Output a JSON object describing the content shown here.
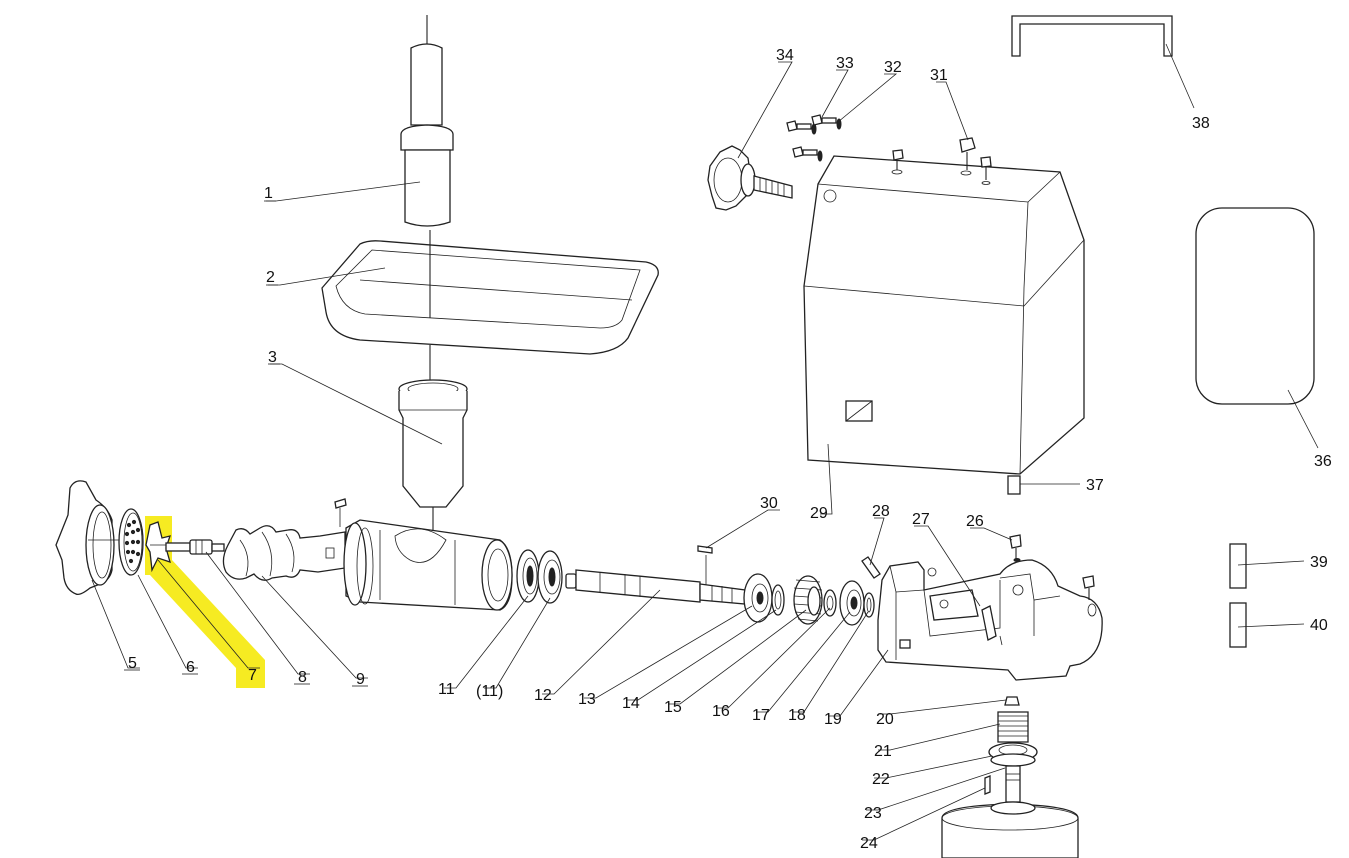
{
  "parts": [
    {
      "id": "1",
      "label": "1"
    },
    {
      "id": "2",
      "label": "2"
    },
    {
      "id": "3",
      "label": "3"
    },
    {
      "id": "5",
      "label": "5"
    },
    {
      "id": "6",
      "label": "6"
    },
    {
      "id": "7",
      "label": "7"
    },
    {
      "id": "8",
      "label": "8"
    },
    {
      "id": "9",
      "label": "9"
    },
    {
      "id": "11",
      "label": "11"
    },
    {
      "id": "11b",
      "label": "(11)"
    },
    {
      "id": "12",
      "label": "12"
    },
    {
      "id": "13",
      "label": "13"
    },
    {
      "id": "14",
      "label": "14"
    },
    {
      "id": "15",
      "label": "15"
    },
    {
      "id": "16",
      "label": "16"
    },
    {
      "id": "17",
      "label": "17"
    },
    {
      "id": "18",
      "label": "18"
    },
    {
      "id": "19",
      "label": "19"
    },
    {
      "id": "20",
      "label": "20"
    },
    {
      "id": "21",
      "label": "21"
    },
    {
      "id": "22",
      "label": "22"
    },
    {
      "id": "23",
      "label": "23"
    },
    {
      "id": "24",
      "label": "24"
    },
    {
      "id": "26",
      "label": "26"
    },
    {
      "id": "27",
      "label": "27"
    },
    {
      "id": "28",
      "label": "28"
    },
    {
      "id": "29",
      "label": "29"
    },
    {
      "id": "30",
      "label": "30"
    },
    {
      "id": "31",
      "label": "31"
    },
    {
      "id": "32",
      "label": "32"
    },
    {
      "id": "33",
      "label": "33"
    },
    {
      "id": "34",
      "label": "34"
    },
    {
      "id": "36",
      "label": "36"
    },
    {
      "id": "37",
      "label": "37"
    },
    {
      "id": "38",
      "label": "38"
    },
    {
      "id": "39",
      "label": "39"
    },
    {
      "id": "40",
      "label": "40"
    }
  ],
  "highlight": {
    "part_label": "7",
    "color": "#f5e90f"
  }
}
